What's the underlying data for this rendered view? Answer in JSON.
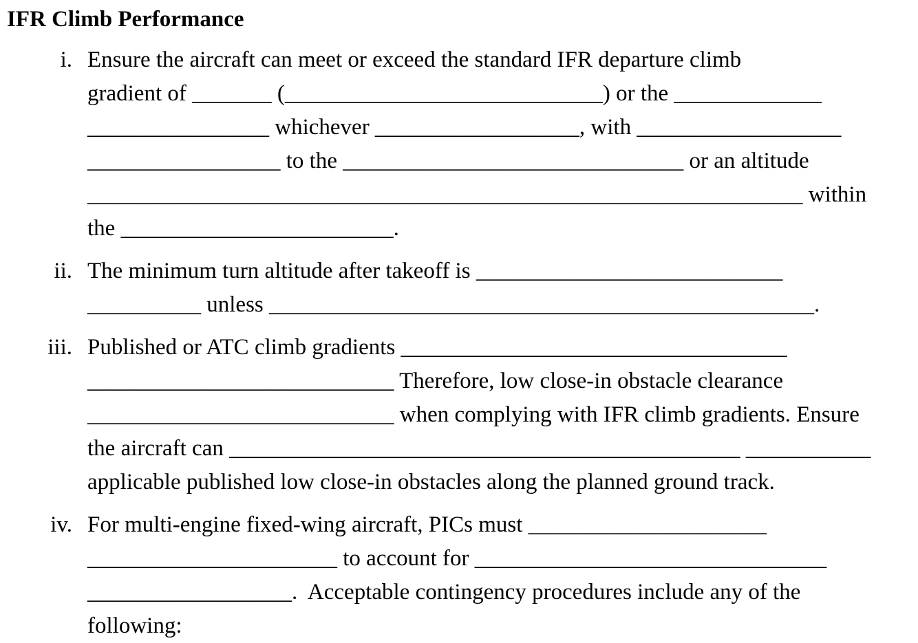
{
  "page": {
    "background_color": "#ffffff",
    "text_color": "#000000"
  },
  "document": {
    "title": "IFR Climb Performance",
    "list_style": "lower-roman",
    "items": [
      {
        "marker": "i.",
        "text": "Ensure the aircraft can meet or exceed the standard IFR departure climb\ngradient of _______ (____________________________) or the _____________\n________________ whichever __________________, with __________________\n_________________ to the ______________________________ or an altitude\n_______________________________________________________________ within\nthe ________________________."
      },
      {
        "marker": "ii.",
        "text": "The minimum turn altitude after takeoff is ___________________________\n__________ unless ________________________________________________."
      },
      {
        "marker": "iii.",
        "text": "Published or ATC climb gradients __________________________________\n___________________________ Therefore, low close-in obstacle clearance\n___________________________ when complying with IFR climb gradients. Ensure\nthe aircraft can _____________________________________________ ___________\napplicable published low close-in obstacles along the planned ground track."
      },
      {
        "marker": "iv.",
        "text": "For multi-engine fixed-wing aircraft, PICs must _____________________\n______________________ to account for _______________________________\n__________________.  Acceptable contingency procedures include any of the\nfollowing:"
      }
    ]
  }
}
